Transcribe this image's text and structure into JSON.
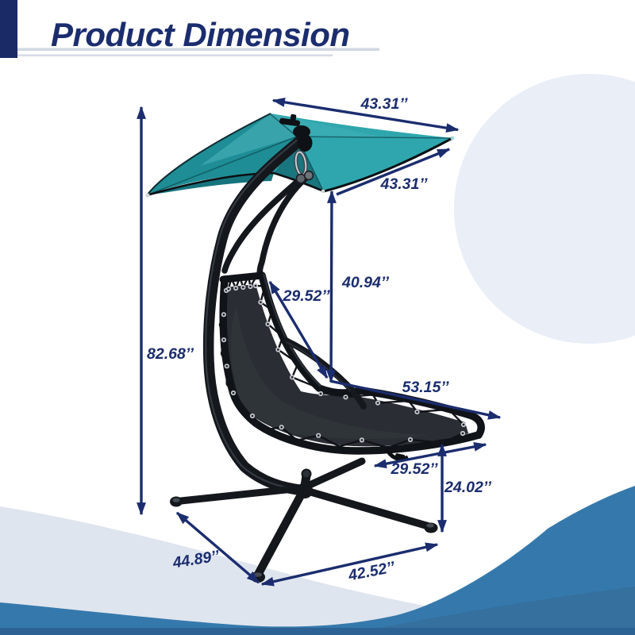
{
  "title": "Product Dimension",
  "colors": {
    "navy": "#1b2d6e",
    "teal_canopy": "#2fa3ab",
    "light_circle": "#e9eef7",
    "light_wave": "#dfe5ee",
    "blue_wave": "#3579ac",
    "frame_black": "#14171c"
  },
  "product": {
    "name": "hanging-chaise-lounge-chair",
    "parts": [
      "canopy",
      "stand-pole",
      "hanger-arm",
      "seat",
      "pillow-bar",
      "x-base"
    ]
  },
  "dimensions": {
    "canopy_edge_top": {
      "label": "43.31’’",
      "part": "canopy top edge"
    },
    "canopy_edge_side": {
      "label": "43.31’’",
      "part": "canopy side edge"
    },
    "canopy_to_seat": {
      "label": "40.94’’",
      "part": "canopy to seat height"
    },
    "seat_width_top": {
      "label": "29.52’’",
      "part": "seat width (back)"
    },
    "overall_height": {
      "label": "82.68’’",
      "part": "overall height"
    },
    "seat_length": {
      "label": "53.15’’",
      "part": "seat length"
    },
    "seat_width_bottom": {
      "label": "29.52’’",
      "part": "seat width (front)"
    },
    "seat_height": {
      "label": "24.02’’",
      "part": "seat height from ground"
    },
    "base_leg": {
      "label": "44.89’’",
      "part": "base leg length"
    },
    "base_width": {
      "label": "42.52’’",
      "part": "base width"
    }
  }
}
